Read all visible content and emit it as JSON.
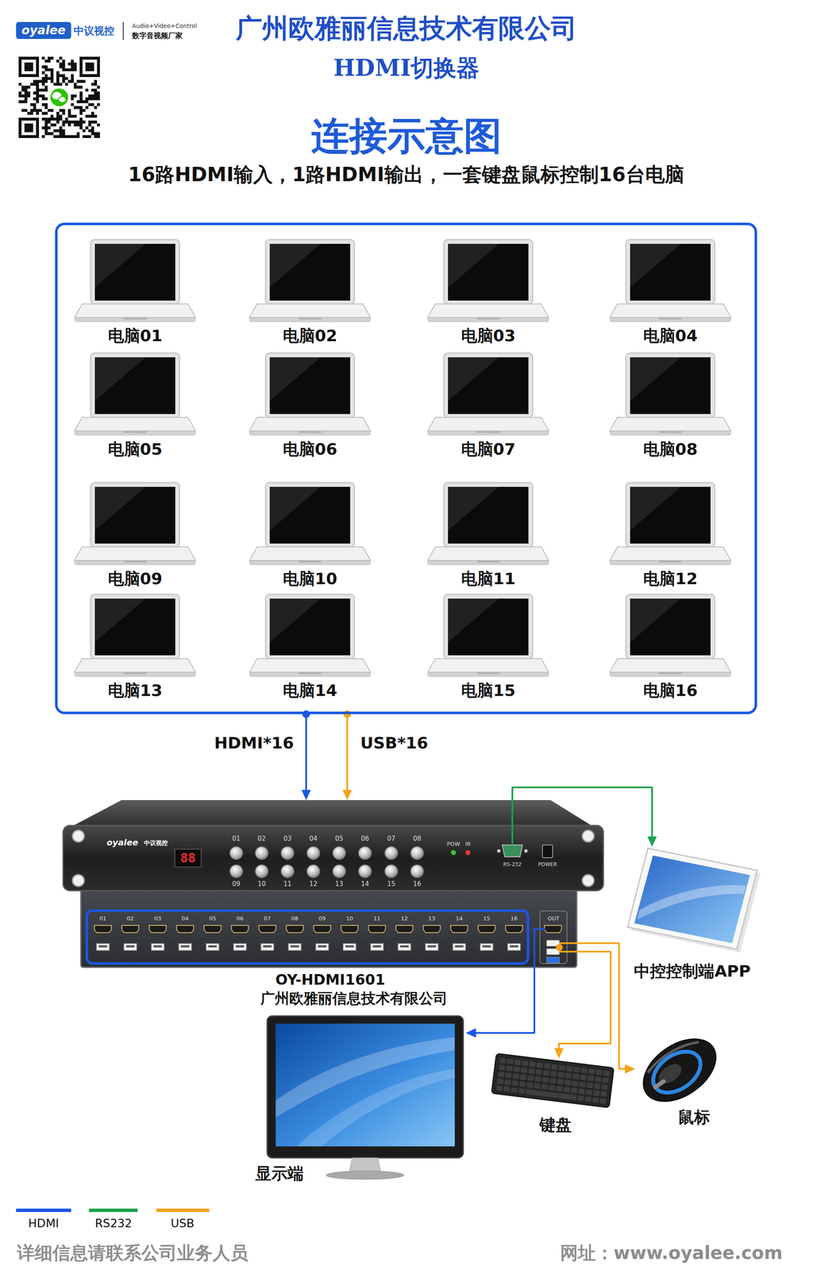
{
  "diagram": {
    "title": "连接示意图",
    "nodes": [
      {
        "text": [
          "16路HDMI输入，1路HDMI输出，一套键盘鼠标控制16台电脑"
        ]
      },
      {
        "text": [
          "电脑01"
        ],
        "in": 0
      },
      {
        "text": [
          "电脑02"
        ],
        "in": 0
      },
      {
        "text": [
          "电脑03"
        ],
        "in": 0
      },
      {
        "text": [
          "电脑04"
        ],
        "in": 0
      },
      {
        "text": [
          "电脑05"
        ],
        "in": 0
      },
      {
        "text": [
          "电脑06"
        ],
        "in": 0
      },
      {
        "text": [
          "电脑07"
        ],
        "in": 0
      },
      {
        "text": [
          "电脑08"
        ],
        "in": 0
      },
      {
        "text": [
          "电脑09"
        ],
        "in": 0
      },
      {
        "text": [
          "电脑10"
        ],
        "in": 0
      },
      {
        "text": [
          "电脑11"
        ],
        "in": 0
      },
      {
        "text": [
          "电脑12"
        ],
        "in": 0
      },
      {
        "text": [
          "电脑13"
        ],
        "in": 0
      },
      {
        "text": [
          "电脑14"
        ],
        "in": 0
      },
      {
        "text": [
          "电脑15"
        ],
        "in": 0
      },
      {
        "text": [
          "电脑16"
        ],
        "in": 0
      },
      {
        "text": [
          "OY-HDMI1601",
          "广州欧雅丽信息技术有限公司"
        ]
      },
      {
        "text": [
          "中控控制端APP"
        ]
      },
      {
        "text": [
          "显示端"
        ]
      },
      {
        "text": [
          "键盘"
        ]
      },
      {
        "text": [
          "鼠标"
        ]
      }
    ],
    "edges": [
      {
        "from": 0,
        "to": 17,
        "label": "HDMI*16",
        "arrow": "to"
      },
      {
        "from": 0,
        "to": 17,
        "label": "USB*16",
        "arrow": "to"
      },
      {
        "from": 17,
        "to": 18,
        "arrow": "to"
      },
      {
        "from": 17,
        "to": 19,
        "arrow": "to"
      },
      {
        "from": 17,
        "to": 20,
        "arrow": "to"
      },
      {
        "from": 17,
        "to": 21,
        "arrow": "to"
      }
    ],
    "labels": [
      "oyalee",
      "中议视控",
      "Audio+Video+Control",
      "数字音视频厂家",
      "广州欧雅丽信息技术有限公司",
      "HDMI切换器",
      "88",
      "01",
      "02",
      "03",
      "04",
      "05",
      "06",
      "07",
      "08",
      "09",
      "10",
      "11",
      "12",
      "13",
      "14",
      "15",
      "16",
      "POW",
      "IR",
      "RS-232",
      "POWER",
      "oyalee",
      "中议视控",
      "01",
      "02",
      "03",
      "04",
      "05",
      "06",
      "07",
      "08",
      "09",
      "10",
      "11",
      "12",
      "13",
      "14",
      "15",
      "16",
      "OUT",
      "详细信息请联系公司业务人员",
      "网址：www.oyalee.com"
    ],
    "legend": [
      {
        "text": "HDMI",
        "color": "#1a56e8"
      },
      {
        "text": "RS232",
        "color": "#1aa34a"
      },
      {
        "text": "USB",
        "color": "#f5a31a"
      }
    ]
  }
}
